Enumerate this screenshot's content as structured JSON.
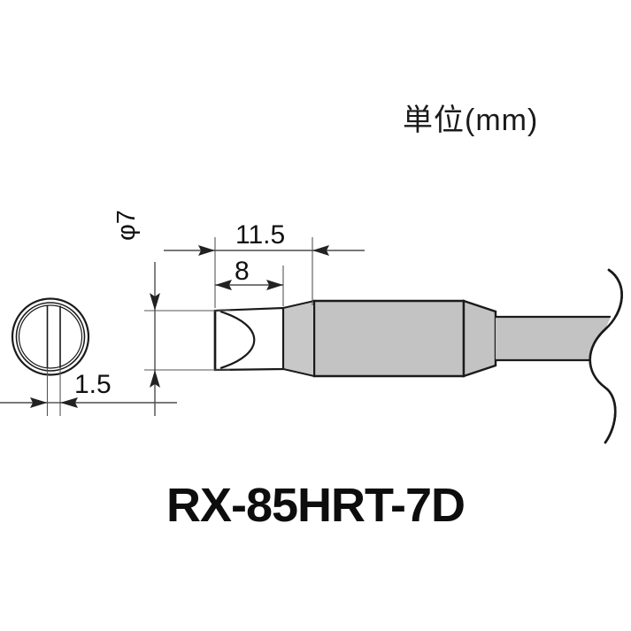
{
  "drawing": {
    "unit_note": "単位(mm)",
    "part_number": "RX-85HRT-7D",
    "dimensions": {
      "overall_tip_length": "11.5",
      "chisel_length": "8",
      "tip_thickness": "1.5",
      "shaft_diameter": "φ7"
    },
    "colors": {
      "body_gray": "#c3c3c3",
      "transition_gray": "#c8c8c8",
      "outline": "#1a1a1a",
      "dimension_line": "#4d4d4d",
      "text": "#111111"
    },
    "views": {
      "end_view_label": "end-view-circle",
      "side_view_label": "side-view-profile"
    }
  }
}
